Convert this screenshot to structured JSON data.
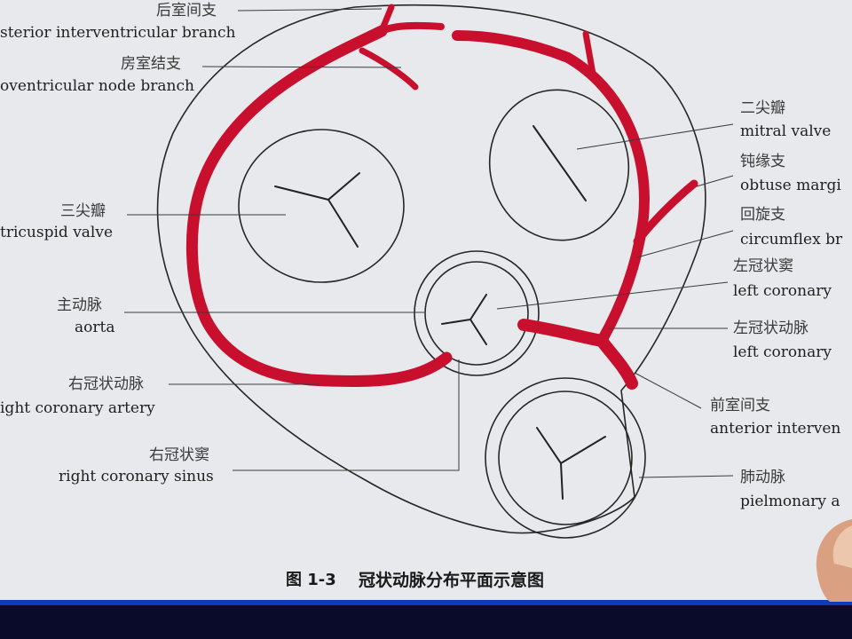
{
  "colors": {
    "page": "#e7e9ec",
    "artery": "#c8102e",
    "outline": "#262626",
    "bottom_band": "#0a0a2a"
  },
  "labels": {
    "post_interventricular_zh": "后室间支",
    "post_interventricular_en": "sterior interventricular branch",
    "av_node_zh": "房室结支",
    "av_node_en": "oventricular node branch",
    "tricuspid_zh": "三尖瓣",
    "tricuspid_en": "tricuspid valve",
    "aorta_zh": "主动脉",
    "aorta_en": "aorta",
    "right_coronary_zh": "右冠状动脉",
    "right_coronary_en": "ight coronary artery",
    "right_sinus_zh": "右冠状窦",
    "right_sinus_en": "right coronary sinus",
    "mitral_zh": "二尖瓣",
    "mitral_en": "mitral valve",
    "obtuse_zh": "钝缘支",
    "obtuse_en": "obtuse margi",
    "circumflex_zh": "回旋支",
    "circumflex_en": "circumflex br",
    "left_sinus_zh": "左冠状窦",
    "left_sinus_en": "left coronary",
    "left_coronary_zh": "左冠状动脉",
    "left_coronary_en": "left coronary",
    "ant_interventricular_zh": "前室间支",
    "ant_interventricular_en": "anterior interven",
    "pulmonary_zh": "肺动脉",
    "pulmonary_en": "pielmonary a"
  },
  "caption": {
    "number": "图 1-3",
    "title": "冠状动脉分布平面示意图"
  }
}
